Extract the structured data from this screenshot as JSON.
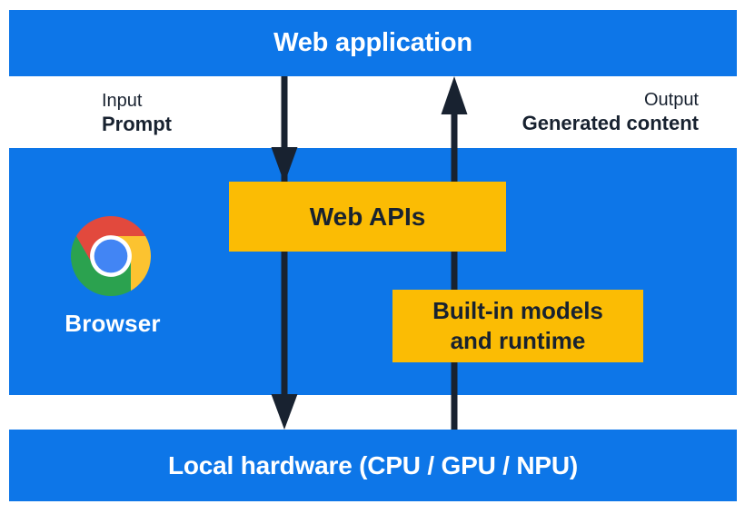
{
  "colors": {
    "blue": "#0d76e8",
    "navy": "#182230",
    "yellow": "#fbbc04",
    "chrome_red": "#e2493d",
    "chrome_yellow": "#fcc330",
    "chrome_green": "#2ba24f",
    "chrome_blue": "#4285f4"
  },
  "layers": {
    "web_application": {
      "label": "Web application"
    },
    "browser": {
      "label": "Browser",
      "web_apis_box": "Web APIs",
      "builtin_box_line1": "Built-in models",
      "builtin_box_line2": "and runtime"
    },
    "local_hardware": {
      "label": "Local hardware (CPU / GPU / NPU)"
    }
  },
  "flow_labels": {
    "input_title": "Input",
    "input_value": "Prompt",
    "output_title": "Output",
    "output_value": "Generated content"
  },
  "icons": {
    "browser_logo": "chrome-logo-icon"
  }
}
